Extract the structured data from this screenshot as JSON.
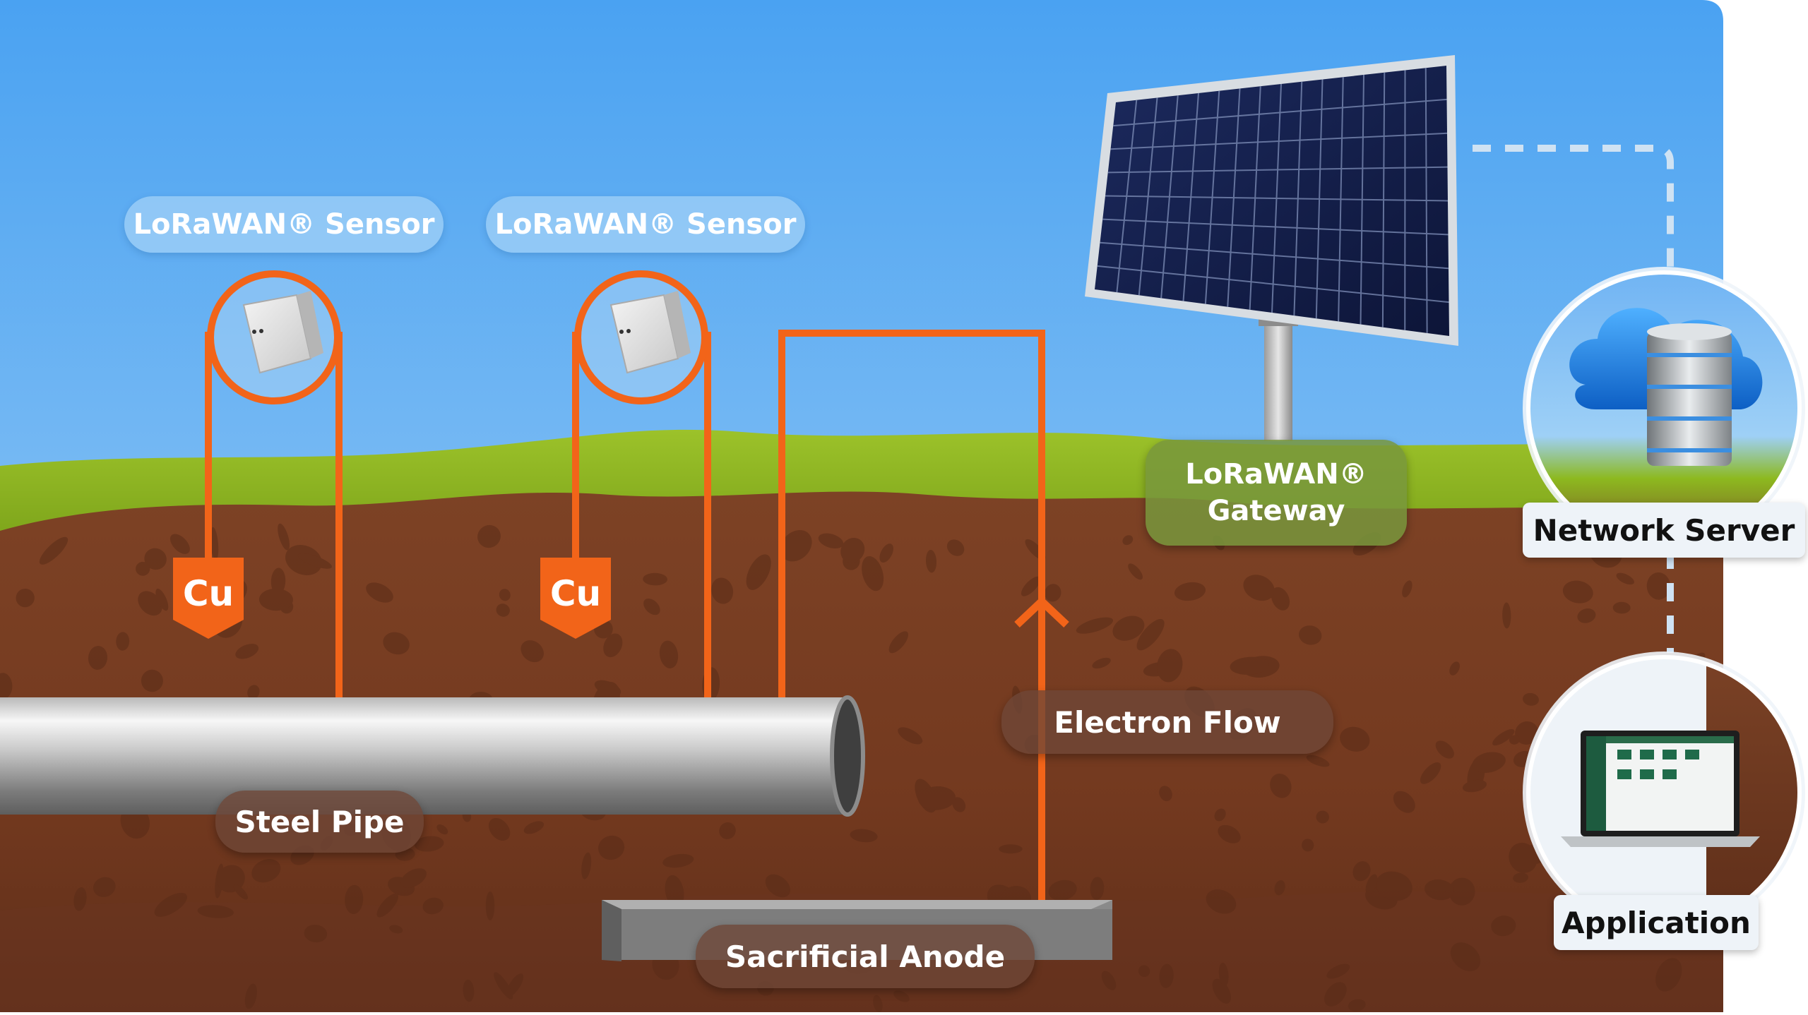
{
  "labels": {
    "sensor_1": "LoRaWAN® Sensor",
    "sensor_2": "LoRaWAN® Sensor",
    "gateway": "LoRaWAN® Gateway",
    "network_server": "Network Server",
    "application": "Application",
    "electron_flow": "Electron Flow",
    "steel_pipe": "Steel Pipe",
    "sacrificial_anode": "Sacrificial Anode",
    "cu_1": "Cu",
    "cu_2": "Cu"
  },
  "icons": {
    "sensor": "sensor-device-icon",
    "solar_panel": "solar-panel-icon",
    "server": "cloud-database-icon",
    "laptop": "laptop-icon",
    "arrow": "arrow-up-icon"
  },
  "colors": {
    "wire": "#f26419",
    "sky_top": "#4aa2f2",
    "sky_bottom": "#a6d2f4",
    "grass": "#8db91f",
    "soil": "#7a4024",
    "soil_dark": "#5a2c18",
    "link_dashes": "#cfe2f3"
  }
}
